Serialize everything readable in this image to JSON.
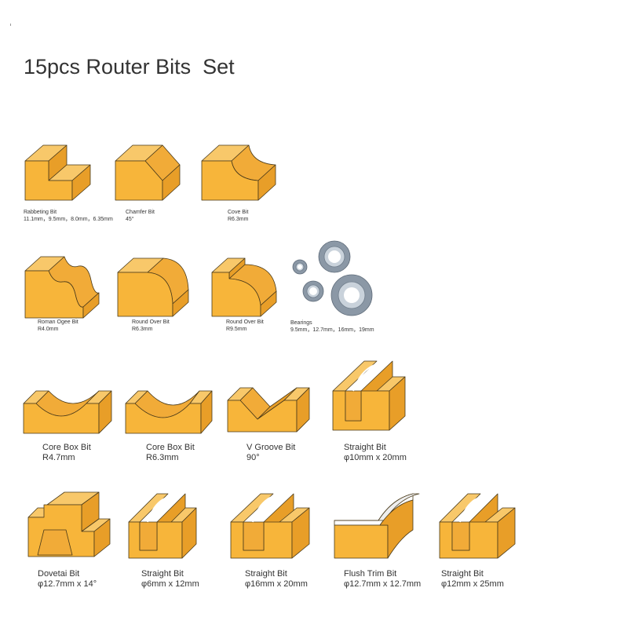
{
  "title": "15pcs Router Bits  Set",
  "colors": {
    "wood_top": "#f8c86a",
    "wood_face": "#f7b53a",
    "wood_side": "#e89e28",
    "wood_cut": "#f1ab38",
    "outline": "#4a3a1a",
    "bearing_outer": "#8b98a6",
    "bearing_inner": "#c9d2db"
  },
  "items": [
    {
      "icon": "rabbeting-bit-icon",
      "name": "Rabbeting  Bit",
      "spec": "11.1mm，9.5mm，8.0mm，6.35mm"
    },
    {
      "icon": "chamfer-bit-icon",
      "name": "Chamfer Bit",
      "spec": "45°"
    },
    {
      "icon": "cove-bit-icon",
      "name": "Cove Bit",
      "spec": "R6.3mm"
    },
    {
      "icon": "roman-ogee-bit-icon",
      "name": "Roman Ogee Bit",
      "spec": "R4.0mm"
    },
    {
      "icon": "round-over-bit-icon",
      "name": "Round Over Bit",
      "spec": "R6.3mm"
    },
    {
      "icon": "round-over-bit-icon",
      "name": "Round Over Bit",
      "spec": "R9.5mm"
    },
    {
      "icon": "bearings-icon",
      "name": "Bearings",
      "spec": "9.5mm，12.7mm，16mm，19mm"
    },
    {
      "icon": "core-box-bit-icon",
      "name": "Core Box Bit",
      "spec": "R4.7mm"
    },
    {
      "icon": "core-box-bit-icon",
      "name": "Core Box Bit",
      "spec": "R6.3mm"
    },
    {
      "icon": "v-groove-bit-icon",
      "name": "V Groove Bit",
      "spec": "90°"
    },
    {
      "icon": "straight-bit-icon",
      "name": "Straight Bit",
      "spec": "φ10mm x 20mm"
    },
    {
      "icon": "dovetail-bit-icon",
      "name": "Dovetai Bit",
      "spec": "φ12.7mm x 14°"
    },
    {
      "icon": "straight-bit-icon",
      "name": "Straight Bit",
      "spec": "φ6mm x 12mm"
    },
    {
      "icon": "straight-bit-icon",
      "name": "Straight Bit",
      "spec": "φ16mm x 20mm"
    },
    {
      "icon": "flush-trim-bit-icon",
      "name": "Flush Trim Bit",
      "spec": "φ12.7mm x 12.7mm"
    },
    {
      "icon": "straight-bit-icon",
      "name": "Straight Bit",
      "spec": "φ12mm x 25mm"
    }
  ]
}
